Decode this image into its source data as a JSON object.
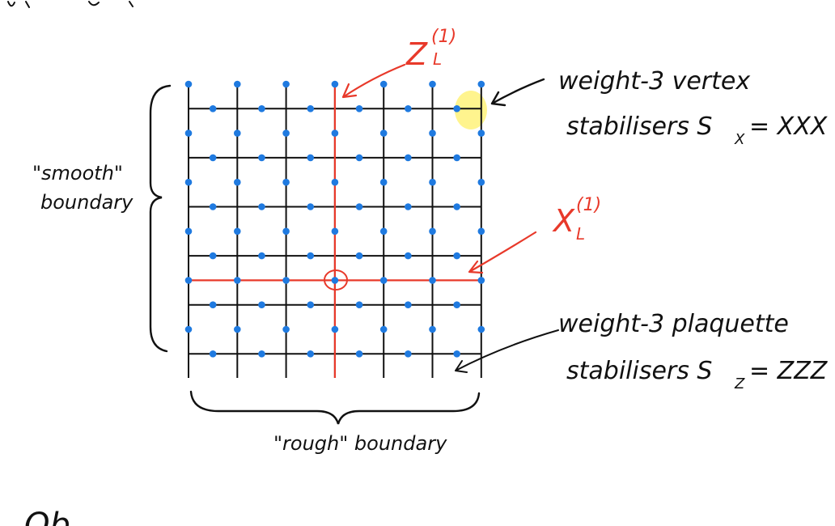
{
  "colors": {
    "ink": "#111111",
    "red": "#e8392a",
    "qubit": "#1f7ae0",
    "highlight": "#fff27a"
  },
  "lattice": {
    "columns": 7,
    "rows": 12,
    "red_column_index": 3,
    "red_row_index": 8,
    "circled_qubit": {
      "column": 3,
      "row": 8
    }
  },
  "labels": {
    "zl_main": "Z",
    "zl_sub": "L",
    "zl_sup": "(1)",
    "xl_main": "X",
    "xl_sub": "L",
    "xl_sup": "(1)",
    "vertex_line1": "weight-3  vertex",
    "vertex_line2": "stabilisers  S",
    "vertex_sub": "X",
    "vertex_eq": "= XXX",
    "plaquette_line1": "weight-3  plaquette",
    "plaquette_line2": "stabilisers  S",
    "plaquette_sub": "Z",
    "plaquette_eq": "= ZZZ",
    "smooth_line1": "\"smooth\"",
    "smooth_line2": "boundary",
    "rough": "\"rough\"  boundary",
    "bottom_fragment": "Ob"
  }
}
